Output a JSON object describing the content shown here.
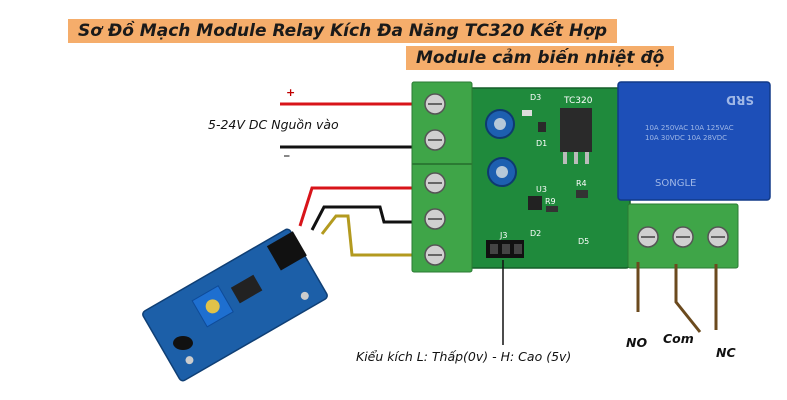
{
  "title": {
    "line1": "Sơ Đồ Mạch Module Relay Kích Đa Năng TC320 Kết Hợp",
    "line2": "Module cảm biến nhiệt độ"
  },
  "power": {
    "label": "5-24V DC Nguồn vào",
    "plus": "+",
    "minus": "_"
  },
  "board": {
    "chip": "TC320",
    "parts": [
      "D3",
      "D1",
      "D2",
      "U3",
      "R9",
      "R4",
      "J3",
      "D5"
    ]
  },
  "relay": {
    "brand": "SRD",
    "ratings": [
      "10A 250VAC 10A 125VAC",
      "10A 30VDC 10A 28VDC"
    ],
    "maker": "SONGLE"
  },
  "trigger_label": "Kiểu kích L: Thấp(0v) - H: Cao (5v)",
  "outputs": {
    "no": "NO",
    "com": "Com",
    "nc": "NC"
  },
  "colors": {
    "pcb": "#1f8a3c",
    "terminal": "#3fa548",
    "relay": "#1d4fb8",
    "title_bg": "#f5ad6b",
    "wire_red": "#d8141a",
    "wire_black": "#111111",
    "wire_yellow": "#b39a1f",
    "wire_brown": "#6b4a1e"
  }
}
